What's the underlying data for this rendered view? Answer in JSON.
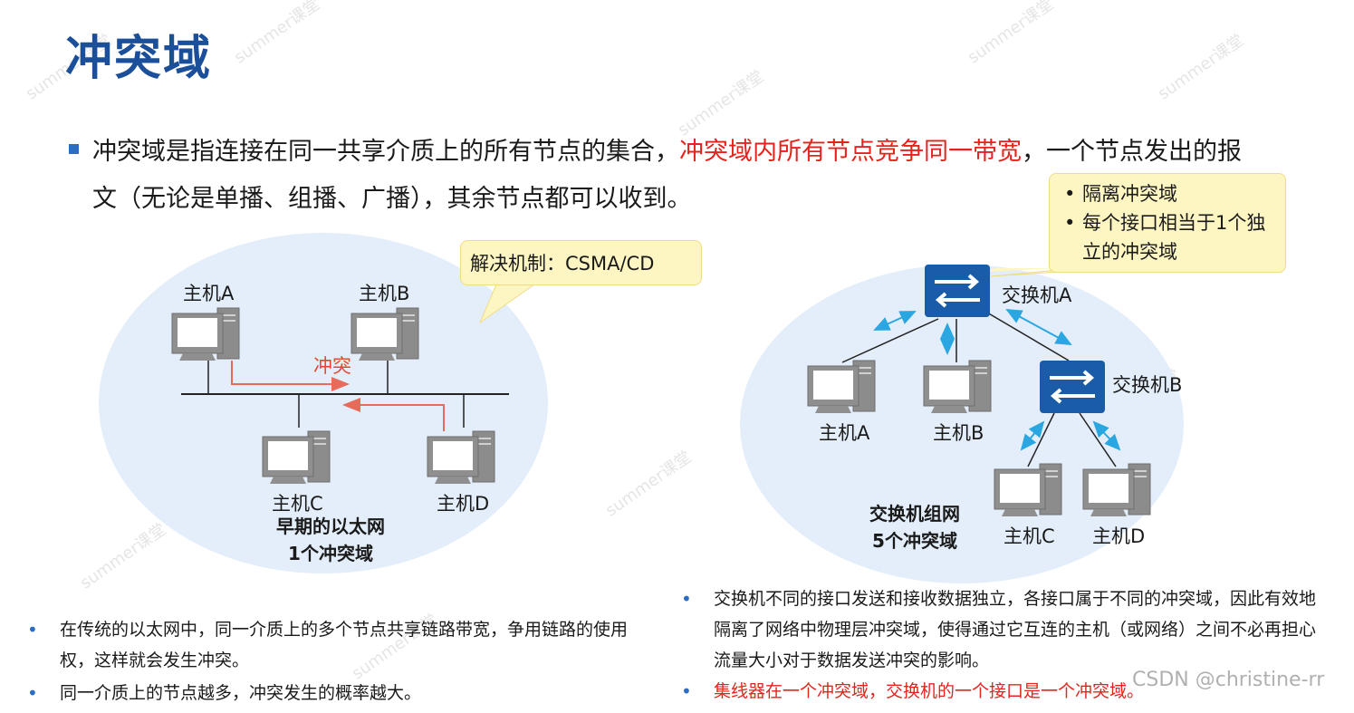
{
  "page": {
    "title": "冲突域",
    "intro": {
      "part1": "冲突域是指连接在同一共享介质上的所有节点的集合，",
      "highlight": "冲突域内所有节点竞争同一带宽",
      "part2": "，一个节点发出的报文（无论是单播、组播、广播），其余节点都可以收到。"
    }
  },
  "left_diagram": {
    "callout": "解决机制：CSMA/CD",
    "collision_label": "冲突",
    "hosts": [
      "主机A",
      "主机B",
      "主机C",
      "主机D"
    ],
    "caption_line1": "早期的以太网",
    "caption_line2": "1个冲突域"
  },
  "right_diagram": {
    "callout_items": [
      "隔离冲突域",
      "每个接口相当于1个独立的冲突域"
    ],
    "switch_a": "交换机A",
    "switch_b": "交换机B",
    "hosts": [
      "主机A",
      "主机B",
      "主机C",
      "主机D"
    ],
    "caption_line1": "交换机组网",
    "caption_line2": "5个冲突域"
  },
  "notes_left": [
    "在传统的以太网中，同一介质上的多个节点共享链路带宽，争用链路的使用权，这样就会发生冲突。",
    "同一介质上的节点越多，冲突发生的概率越大。"
  ],
  "notes_right": {
    "item1": "交换机不同的接口发送和接收数据独立，各接口属于不同的冲突域，因此有效地隔离了网络中物理层冲突域，使得通过它互连的主机（或网络）之间不必再担心流量大小对于数据发送冲突的影响。",
    "item2": "集线器在一个冲突域，交换机的一个接口是一个冲突域。"
  },
  "watermark_text": "summer课堂",
  "csdn_mark": "CSDN @christine-rr",
  "colors": {
    "title": "#1b4f9a",
    "highlight_red": "#e5231d",
    "switch_blue": "#1a5ca8",
    "arrow_cyan": "#2aa7e0",
    "domain_fill": "#e3eefa",
    "callout_fill": "#fdf6c3"
  }
}
